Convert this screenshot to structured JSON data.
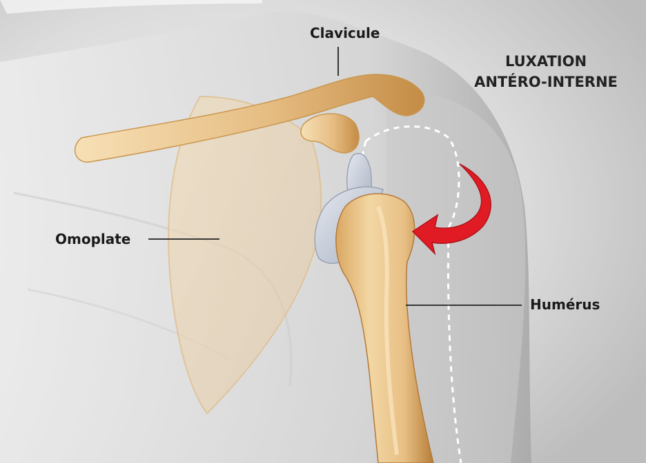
{
  "title": {
    "line1": "LUXATION",
    "line2": "ANTÉRO-INTERNE"
  },
  "labels": {
    "clavicle": "Clavicule",
    "scapula": "Omoplate",
    "humerus": "Humérus"
  },
  "colors": {
    "bone": "#e9c48d",
    "bone_shadow": "#c9964e",
    "cartilage": "#c6ccd8",
    "arrow": "#e01b24",
    "skin": "#d8d8d8",
    "label_text": "#1a1a1a"
  }
}
